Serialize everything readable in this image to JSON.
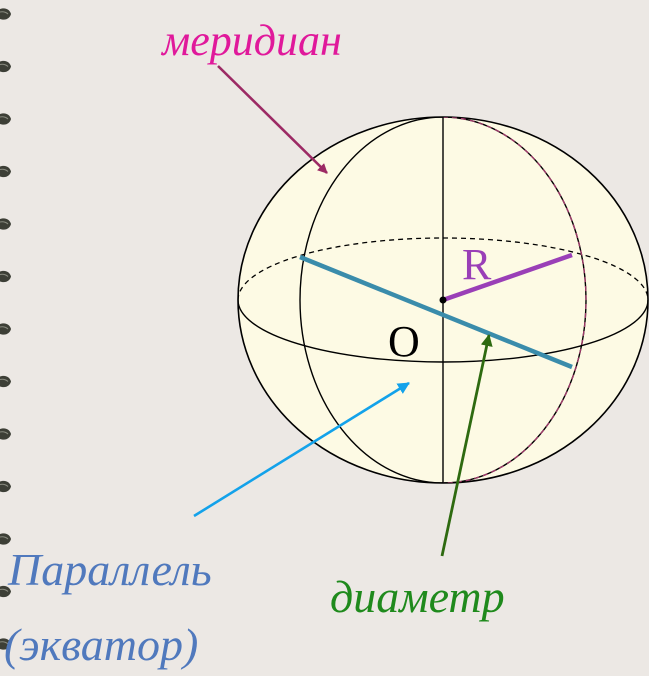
{
  "labels": {
    "meridian": "меридиан",
    "radius": "R",
    "center": "O",
    "parallel_line1": "Параллель",
    "parallel_line2": "(экватор)",
    "diameter": "диаметр"
  },
  "colors": {
    "background": "#ece8e4",
    "sphere_fill": "#fdfae4",
    "meridian_label": "#e0199b",
    "meridian_arrow": "#9c2a64",
    "radius": "#9a3fb7",
    "diameter_line": "#3a8cab",
    "parallel_label": "#5079bd",
    "parallel_arrow": "#13a2ea",
    "diameter_label": "#1f8a1c",
    "diameter_arrow": "#2e6a10",
    "hidden_meridian": "#a1386a",
    "outline": "#000000"
  },
  "binder": {
    "ring_count": 13
  }
}
